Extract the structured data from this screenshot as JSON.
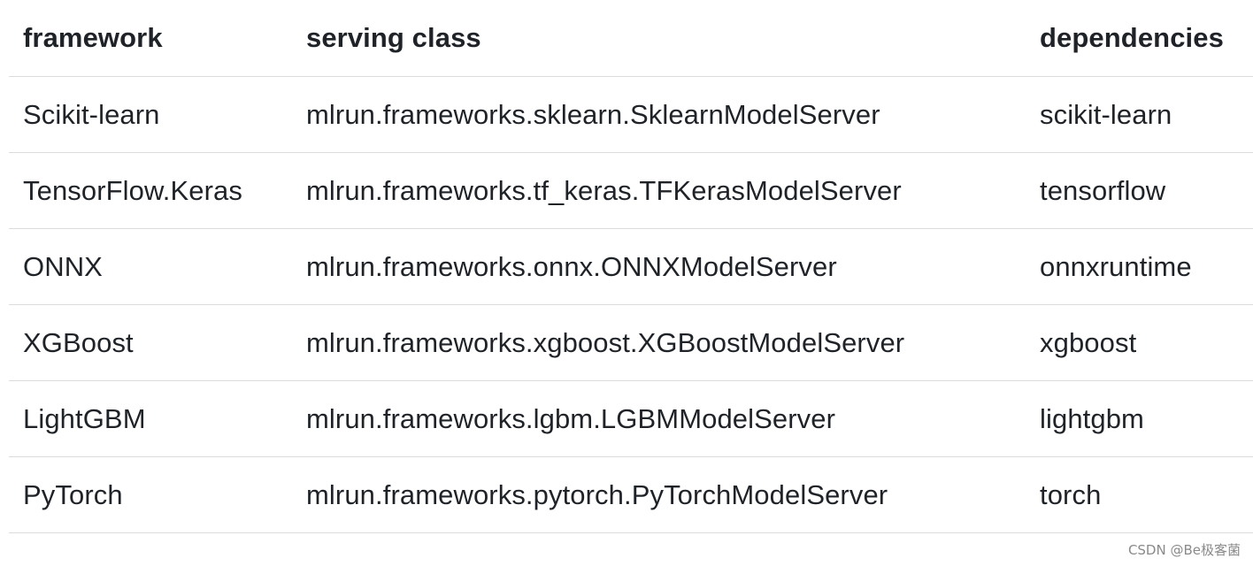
{
  "table": {
    "headers": [
      "framework",
      "serving class",
      "dependencies"
    ],
    "rows": [
      [
        "Scikit-learn",
        "mlrun.frameworks.sklearn.SklearnModelServer",
        "scikit-learn"
      ],
      [
        "TensorFlow.Keras",
        "mlrun.frameworks.tf_keras.TFKerasModelServer",
        "tensorflow"
      ],
      [
        "ONNX",
        "mlrun.frameworks.onnx.ONNXModelServer",
        "onnxruntime"
      ],
      [
        "XGBoost",
        "mlrun.frameworks.xgboost.XGBoostModelServer",
        "xgboost"
      ],
      [
        "LightGBM",
        "mlrun.frameworks.lgbm.LGBMModelServer",
        "lightgbm"
      ],
      [
        "PyTorch",
        "mlrun.frameworks.pytorch.PyTorchModelServer",
        "torch"
      ]
    ]
  },
  "watermark": "CSDN @Be极客菌"
}
